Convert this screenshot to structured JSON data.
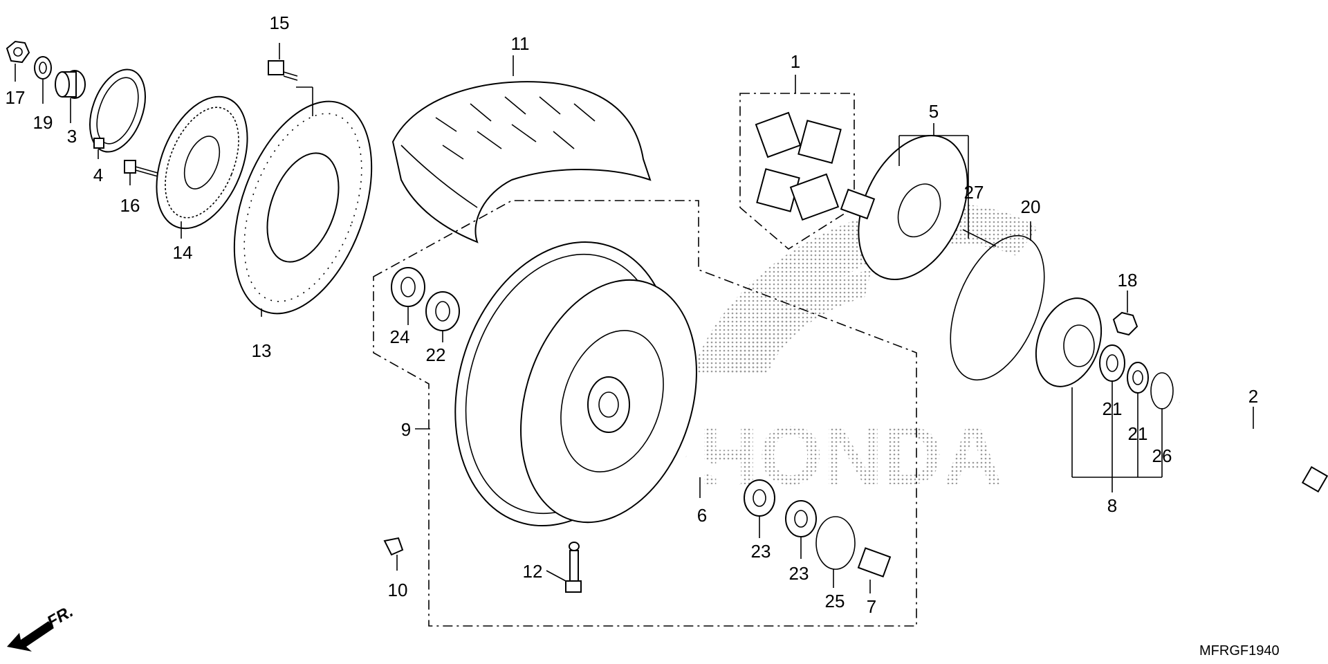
{
  "labels": {
    "1": "1",
    "2": "2",
    "3": "3",
    "4": "4",
    "5": "5",
    "6": "6",
    "7": "7",
    "8": "8",
    "9": "9",
    "10": "10",
    "11": "11",
    "12": "12",
    "13": "13",
    "14": "14",
    "15": "15",
    "16": "16",
    "17": "17",
    "18": "18",
    "19": "19",
    "20": "20",
    "21a": "21",
    "21b": "21",
    "22": "22",
    "23a": "23",
    "23b": "23",
    "24": "24",
    "25": "25",
    "26": "26",
    "27": "27"
  },
  "watermark": "HONDA",
  "direction_label": "FR.",
  "diagram_code": "MFRGF1940",
  "colors": {
    "ink": "#000000",
    "background": "#ffffff",
    "watermark": "#b0b0b0"
  }
}
